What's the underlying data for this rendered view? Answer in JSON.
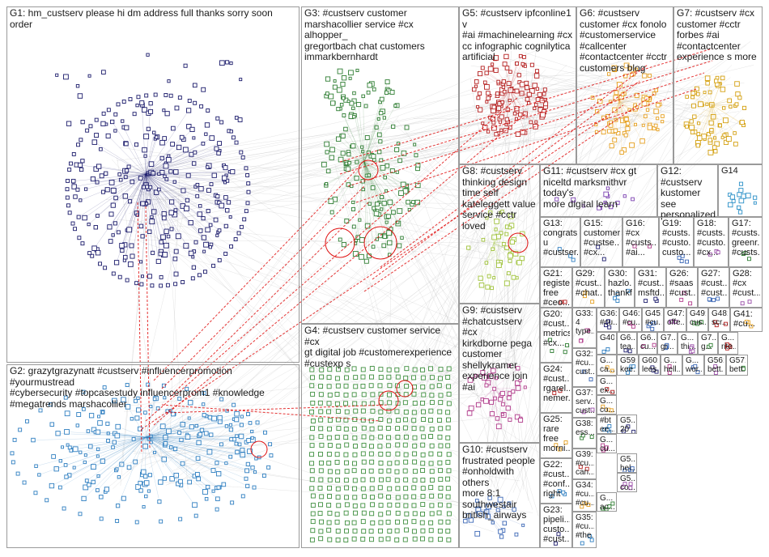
{
  "colors": {
    "G1": "#1b1b6b",
    "G2": "#2f7fc1",
    "G3": "#2e7d32",
    "G4": "#3f8f3f",
    "G5": "#b52020",
    "G6": "#e6a020",
    "G7": "#d4a010",
    "G8": "#9fc23a",
    "G9": "#b03a8a",
    "G10": "#3a66b5",
    "edge": "#b8b8b8",
    "highlight": "#e01010"
  },
  "groups": [
    {
      "id": "G1",
      "label": "G1: hm_custserv please hi dm address full thanks sorry soon order"
    },
    {
      "id": "G2",
      "label": "G2: grazytgrazynatt #custserv #influencerpromotion #yourmustread\n#cybersecurity #topcasestudy influencerprom1 #knowledge\n#megatrends marshacollier"
    },
    {
      "id": "G3",
      "label": "G3: #custserv customer\nmarshacollier service #cx alhopper_\ngregortbach chat customers\nimmarkbernhardt"
    },
    {
      "id": "G4",
      "label": "G4: #custserv customer service #cx\ngt digital job #customerexperience\n#custexp s"
    },
    {
      "id": "G5",
      "label": "G5: #custserv ipfconline1 v\n#ai #machinelearning #cx\ncc infographic cognilytica\nartificial"
    },
    {
      "id": "G6",
      "label": "G6: #custserv\ncustomer #cx fonolo\n#customerservice\n#callcenter\n#contactcenter #cctr\ncustomers blog"
    },
    {
      "id": "G7",
      "label": "G7: #custserv #cx\ncustomer #cctr\nforbes #ai\n#contactcenter\nexperience s more"
    },
    {
      "id": "G8",
      "label": "G8: #custserv\nthinking design\ntime self\nkateleggett value\nservice #cctr loved"
    },
    {
      "id": "G9",
      "label": "G9: #custserv\n#chatcustserv #cx\nkirkdborne pega\ncustomer\nshellykramer\nexperience join #ai"
    },
    {
      "id": "G10",
      "label": "G10: #custserv\nfrustrated people\n#onholdwith others\nmore 8:1\nsouthwestair\nbritish_airways"
    },
    {
      "id": "G11",
      "label": "G11: #custserv #cx gt\nniceltd marksmithvr today's\nmore digital learn"
    },
    {
      "id": "G12",
      "label": "G12:\n#custserv\nkustomer see\npersonalized..."
    },
    {
      "id": "G13",
      "label": "G13:\ncongrats\nu\n#custser..."
    },
    {
      "id": "G14",
      "label": "G14"
    },
    {
      "id": "G15",
      "label": "G15:\ncustomer\n#custse...\n#cx..."
    },
    {
      "id": "G16",
      "label": "G16:\n#cx\n#custs...\n#ai..."
    },
    {
      "id": "G17",
      "label": "G17:\n#custs...\ngreenr...\n#custs..."
    },
    {
      "id": "G18",
      "label": "G18:\n#custs...\n#custo...\n#cx..."
    },
    {
      "id": "G19",
      "label": "G19:\n#custs...\n#custo...\ncusto..."
    },
    {
      "id": "G20",
      "label": "G20:\n#cust...\nmetrics\n#cx..."
    },
    {
      "id": "G21",
      "label": "G21:\nregister\nfree\n#ceo..."
    },
    {
      "id": "G22",
      "label": "G22:\n#cust...\n#conf...\nright"
    },
    {
      "id": "G23",
      "label": "G23:\npipeli...\ncusto...\n#cust..."
    },
    {
      "id": "G24",
      "label": "G24:\n#cust...\nrgarel...\nnemer..."
    },
    {
      "id": "G25",
      "label": "G25:\nrare\nfree\nmorni..."
    },
    {
      "id": "G26",
      "label": "G26:\n#saas\n#cust..."
    },
    {
      "id": "G27",
      "label": "G27:\n#cust...\n#cust..."
    },
    {
      "id": "G28",
      "label": "G28:\n#cx\n#cust..."
    },
    {
      "id": "G29",
      "label": "G29:\n#cust...\n#chat..."
    },
    {
      "id": "G30",
      "label": "G30:\nhazlo...\nthankf..."
    },
    {
      "id": "G31",
      "label": "G31:\n#cust...\nmsftd..."
    },
    {
      "id": "G32",
      "label": "G32:\n#cu...\ncust..."
    },
    {
      "id": "G33",
      "label": "G33:\n4\ntype..."
    },
    {
      "id": "G34",
      "label": "G34:\n#cu...\n#cu..."
    },
    {
      "id": "G35",
      "label": "G35:\n#cu...\n#the..."
    },
    {
      "id": "G36",
      "label": "G36:\n#cu..."
    },
    {
      "id": "G37",
      "label": "G37:\nserv...\ncust..."
    },
    {
      "id": "G38",
      "label": "G38:\ness..."
    },
    {
      "id": "G39",
      "label": "G39:\n#cu...\ncan..."
    },
    {
      "id": "G40",
      "label": "G40:"
    },
    {
      "id": "G41",
      "label": "G41:\n#cu..."
    },
    {
      "id": "G45",
      "label": "G45:\n#cu..."
    },
    {
      "id": "G46",
      "label": "G46:\n#cu..."
    },
    {
      "id": "G47",
      "label": "G47:\noffe..."
    },
    {
      "id": "G48",
      "label": "G48:\nscr..."
    },
    {
      "id": "G49",
      "label": "G49:\ncus..."
    },
    {
      "id": "G56",
      "label": "G56:\nbett..."
    },
    {
      "id": "G57",
      "label": "G57:\nbett..."
    },
    {
      "id": "G59",
      "label": "G59:\nkee..."
    },
    {
      "id": "G60",
      "label": "G60:\nlees..."
    },
    {
      "id": "Ga",
      "label": "G...\nca..."
    },
    {
      "id": "Gb",
      "label": "G6...\ntea..."
    },
    {
      "id": "Gc",
      "label": "G6...\ncu..."
    },
    {
      "id": "Gd",
      "label": "G7...\ngr..."
    },
    {
      "id": "Ge",
      "label": "G...\nthi..."
    },
    {
      "id": "Gf",
      "label": "G7...\ng..."
    },
    {
      "id": "Gg",
      "label": "G...\nrite..."
    },
    {
      "id": "Gh",
      "label": "G...\ncu..."
    },
    {
      "id": "Gi",
      "label": "G...\nhell..."
    },
    {
      "id": "Gj",
      "label": "G...\nwor..."
    },
    {
      "id": "Gk",
      "label": "G...\nex..."
    },
    {
      "id": "Gl",
      "label": "G...\nco..."
    },
    {
      "id": "Gm",
      "label": "#bt\nee..."
    },
    {
      "id": "Gn",
      "label": "G5...\n20"
    },
    {
      "id": "Go",
      "label": "G5...\nhel..."
    },
    {
      "id": "Gp",
      "label": "G...\nac..."
    },
    {
      "id": "Gq",
      "label": "G5...\nco..."
    }
  ]
}
